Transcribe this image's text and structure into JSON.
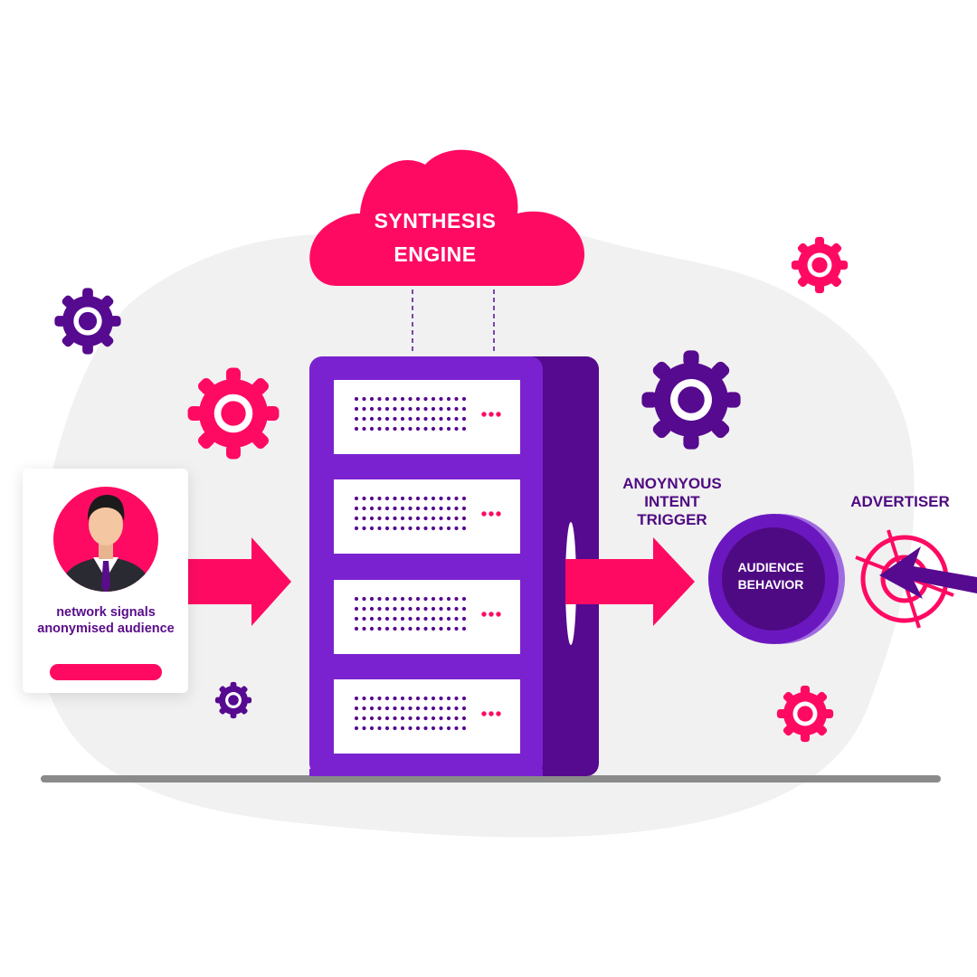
{
  "engine": {
    "line1": "SYNTHESIS",
    "line2": "ENGINE"
  },
  "audience_card": {
    "line1": "network signals",
    "line2": "anonymised audience"
  },
  "trigger": {
    "line1": "ANOYNYOUS",
    "line2": "INTENT",
    "line3": "TRIGGER"
  },
  "behavior": {
    "line1": "AUDIENCE",
    "line2": "BEHAVIOR"
  },
  "advertiser": {
    "label": "ADVERTISER"
  },
  "icons": [
    "gear-icon",
    "cloud-icon",
    "server-icon",
    "person-icon",
    "arrow-right-icon",
    "target-icon"
  ],
  "colors": {
    "pink": "#ff0a63",
    "purple": "#7b22d0",
    "dark_purple": "#560a8f",
    "blob": "#f1f1f1"
  }
}
